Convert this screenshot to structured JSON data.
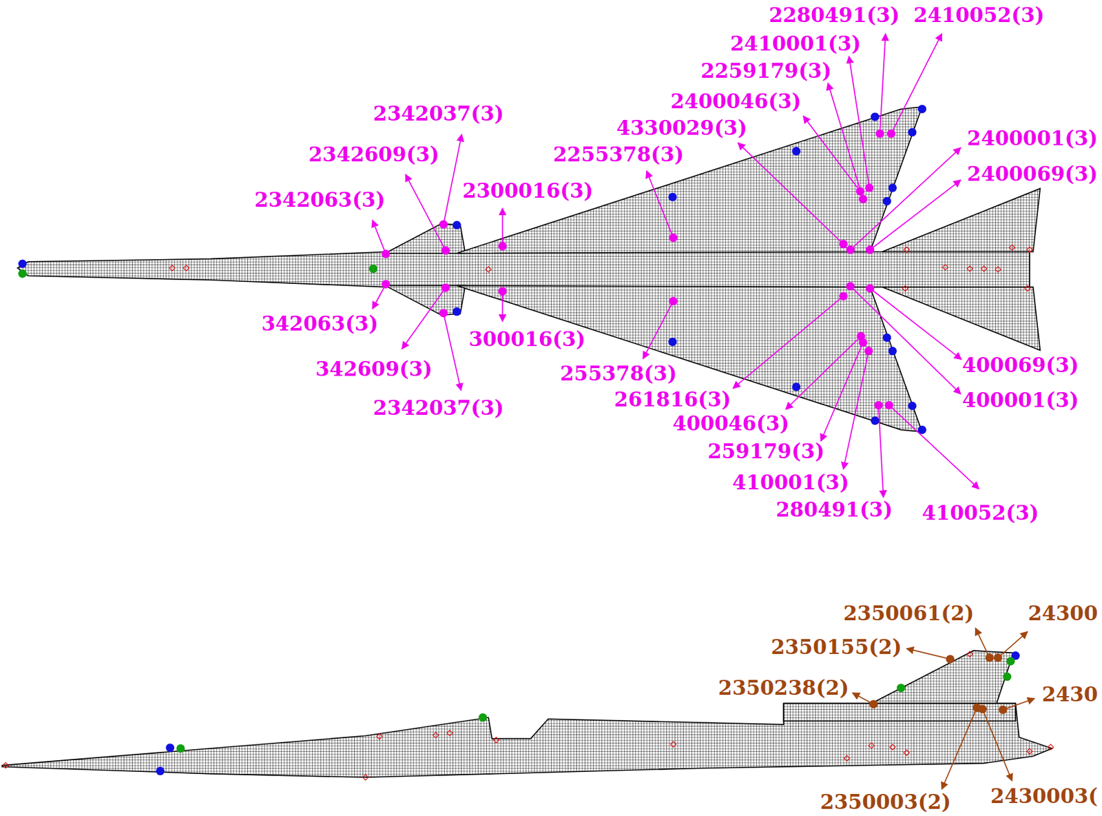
{
  "diagram": {
    "labels": [
      "2280491(3)",
      "2410052(3)",
      "2410001(3)",
      "2259179(3)",
      "2400046(3)",
      "2342037(3)",
      "4330029(3)",
      "2400001(3)",
      "2342609(3)",
      "2255378(3)",
      "2400069(3)",
      "2300016(3)",
      "2342063(3)",
      "342063(3)",
      "300016(3)",
      "400069(3)",
      "342609(3)",
      "255378(3)",
      "261816(3)",
      "400001(3)",
      "2342037(3)",
      "400046(3)",
      "259179(3)",
      "410001(3)",
      "280491(3)",
      "410052(3)",
      "2350061(2)",
      "24300",
      "2350155(2)",
      "2350238(2)",
      "2430",
      "2350003(2)",
      "2430003("
    ]
  }
}
